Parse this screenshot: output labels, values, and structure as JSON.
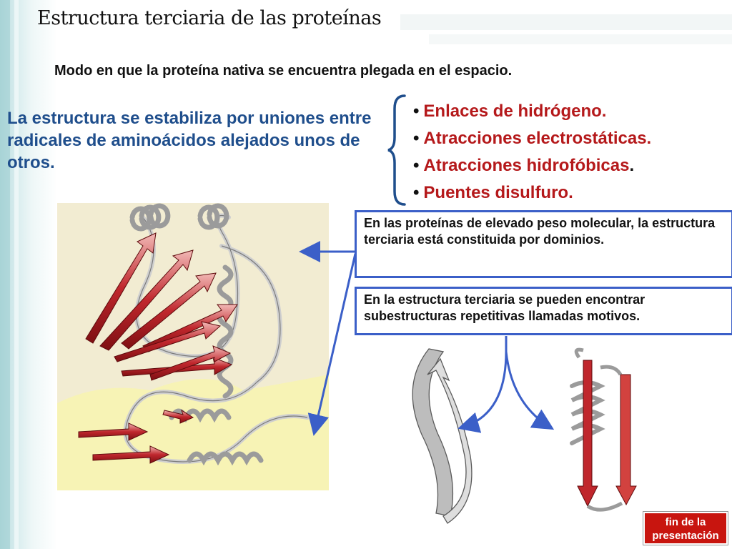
{
  "title": "Estructura terciaria de las proteínas",
  "subtitle": "Modo en que la proteína nativa se encuentra plegada en el espacio.",
  "lead": "La estructura se estabiliza por uniones entre radicales de aminoácidos alejados unos de otros.",
  "bullets": [
    {
      "marker": "•",
      "text": "Enlaces de hidrógeno.",
      "tail": ""
    },
    {
      "marker": "•",
      "text": "Atracciones electrostáticas.",
      "tail": ""
    },
    {
      "marker": "•",
      "text": "Atracciones hidrofóbicas",
      "tail": "."
    },
    {
      "marker": "•",
      "text": "Puentes disulfuro.",
      "tail": ""
    }
  ],
  "box_domains": "En las proteínas de elevado peso molecular, la estructura terciaria está constituida por dominios.",
  "box_motifs": "En la estructura terciaria se pueden encontrar subestructuras repetitivas llamadas motivos.",
  "end_button": {
    "line1": "fin de la",
    "line2": "presentación"
  },
  "colors": {
    "title_text": "#111111",
    "lead_text": "#1f4e8c",
    "bullet_text": "#b5191b",
    "box_border": "#3b5fc8",
    "arrow": "#3b5fc8",
    "end_button_bg": "#c8150f",
    "beta_sheet": "#c0272d",
    "helix": "#b8b8b8",
    "domain_upper_bg": "#f2ecd2",
    "domain_lower_bg": "#f7f3b5"
  },
  "icons": {
    "brace": "curly-brace",
    "protein_image": "protein-ribbon-diagram",
    "motif_1": "beta-hairpin-motif",
    "motif_2": "helix-strand-motif"
  }
}
